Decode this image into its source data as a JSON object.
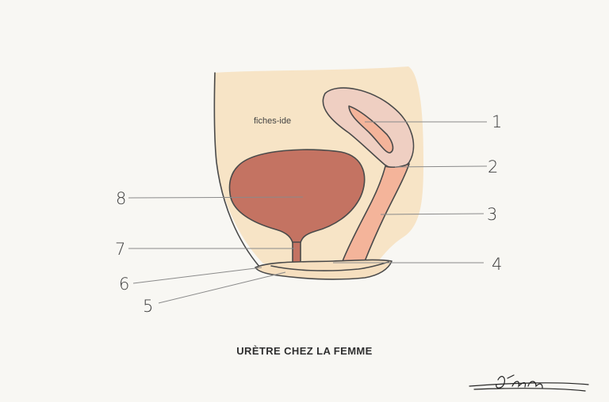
{
  "diagram": {
    "watermark": "fiches-ide",
    "caption": "URÈTRE CHEZ LA FEMME",
    "signature": "Léana",
    "labels": [
      "1",
      "2",
      "3",
      "4",
      "5",
      "6",
      "7",
      "8"
    ]
  },
  "colors": {
    "background": "#f8f7f3",
    "body": "#f7e4c6",
    "bladder": "#c47362",
    "uterus": "#efcfc2",
    "vagina": "#f4b49a",
    "perineum": "#f6dfbf",
    "outline": "#4a4a4a"
  }
}
